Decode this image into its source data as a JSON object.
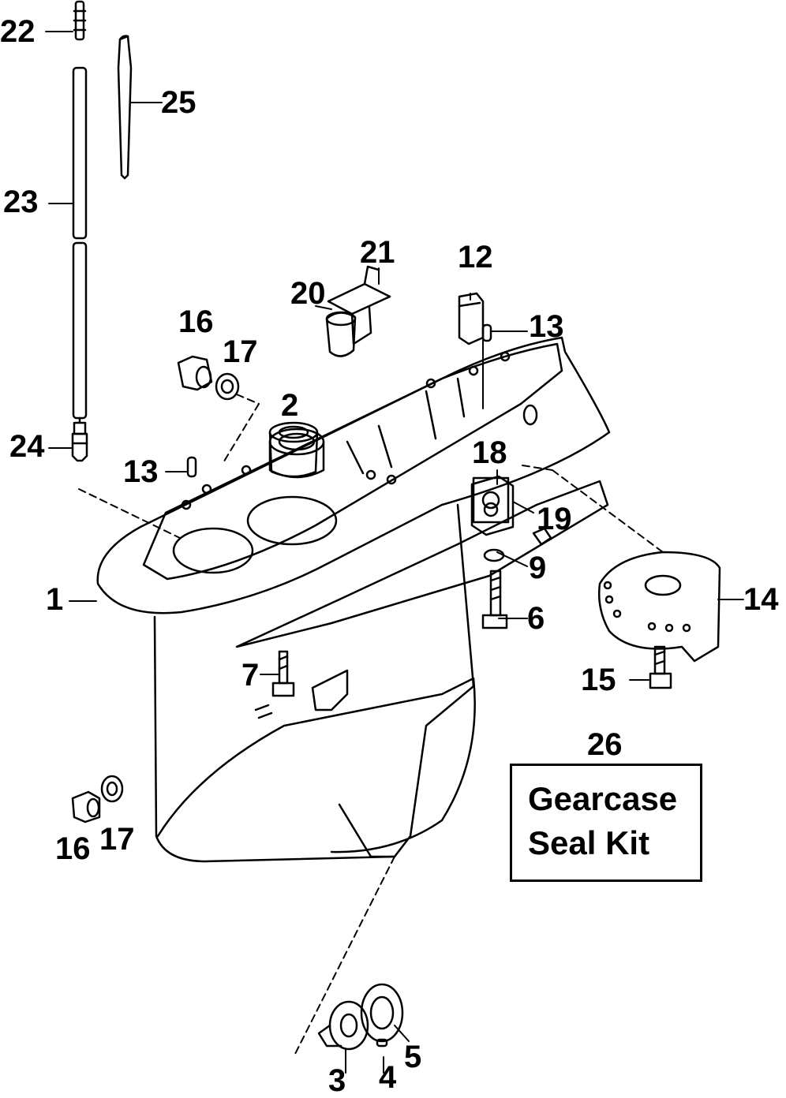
{
  "callouts": {
    "c1": "1",
    "c2": "2",
    "c3": "3",
    "c4": "4",
    "c5": "5",
    "c6": "6",
    "c7": "7",
    "c9": "9",
    "c12": "12",
    "c13a": "13",
    "c13b": "13",
    "c14": "14",
    "c15": "15",
    "c16a": "16",
    "c16b": "16",
    "c17a": "17",
    "c17b": "17",
    "c18": "18",
    "c19": "19",
    "c20": "20",
    "c21": "21",
    "c22": "22",
    "c23": "23",
    "c24": "24",
    "c25": "25",
    "c26": "26"
  },
  "kit": {
    "line1": "Gearcase",
    "line2": "Seal Kit"
  }
}
